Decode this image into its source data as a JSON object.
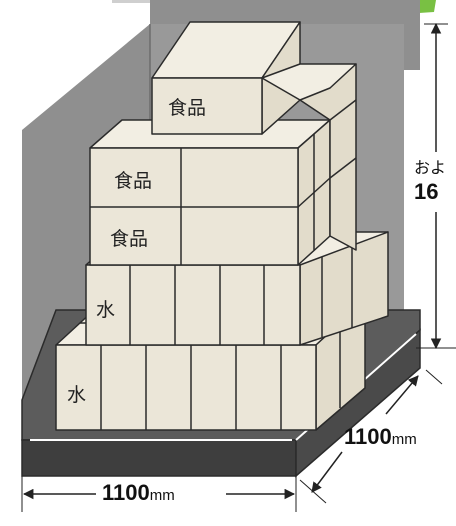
{
  "colors": {
    "wall": "#8f8f8f",
    "wall_dark": "#6d6d6d",
    "pallet_top": "#5c5c5c",
    "pallet_side": "#3e3e3e",
    "box_face": "#ebe6d8",
    "box_side": "#e2dccb",
    "box_top": "#f2eee3",
    "outline": "#2b2b2b",
    "accent_green": "#79c043"
  },
  "labels": {
    "food_top": "食品",
    "food_mid": "食品",
    "food_low": "食品",
    "water_upper": "水",
    "water_lower": "水"
  },
  "dimensions": {
    "width_value": "1100",
    "width_unit": "mm",
    "depth_value": "1100",
    "depth_unit": "mm",
    "height_prefix": "およ",
    "height_value": "16"
  }
}
